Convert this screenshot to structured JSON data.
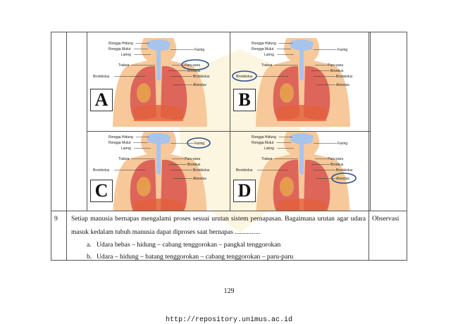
{
  "panels": [
    {
      "letter": "A",
      "circled": "paru"
    },
    {
      "letter": "B",
      "circled": "bronkiolus"
    },
    {
      "letter": "C",
      "circled": "faring"
    },
    {
      "letter": "D",
      "circled": "alveolus"
    }
  ],
  "diagram_labels": {
    "rongga_hidung": "Rongga Hidung",
    "rongga_mulut": "Rongga Mulut",
    "laring": "Laring",
    "faring": "Faring",
    "trakea": "Trakea",
    "paru": "Paru-paru",
    "bronkus": "Bronkus",
    "bronkiolus_left": "Bronkiolus",
    "bronkiolus_right": "Bronkiolus",
    "alveolus": "Alveolus"
  },
  "colors": {
    "circle": "#2f4f8f",
    "body": "#f6c89a",
    "lung": "#d9534f",
    "airway": "#a9c4ea"
  },
  "question": {
    "number": "9",
    "text_line1": "Setiap manusia bernapas mengalami proses sesuai urutan sistem pernapasan. Bagaimana urutan agar udara",
    "text_line2": "masuk kedalam tubuh manusia dapat diproses saat bernapas ...............",
    "option_a_label": "a.",
    "option_a": "Udara bebas – hidung – cabang tenggorokan – pangkal tenggorokan",
    "option_b_label": "b.",
    "option_b": "Udara – hidung – batang tenggorokan – cabang tenggorokan – paru-paru",
    "method": "Observasi"
  },
  "footer": {
    "page": "129",
    "url": "http://repository.unimus.ac.id"
  }
}
